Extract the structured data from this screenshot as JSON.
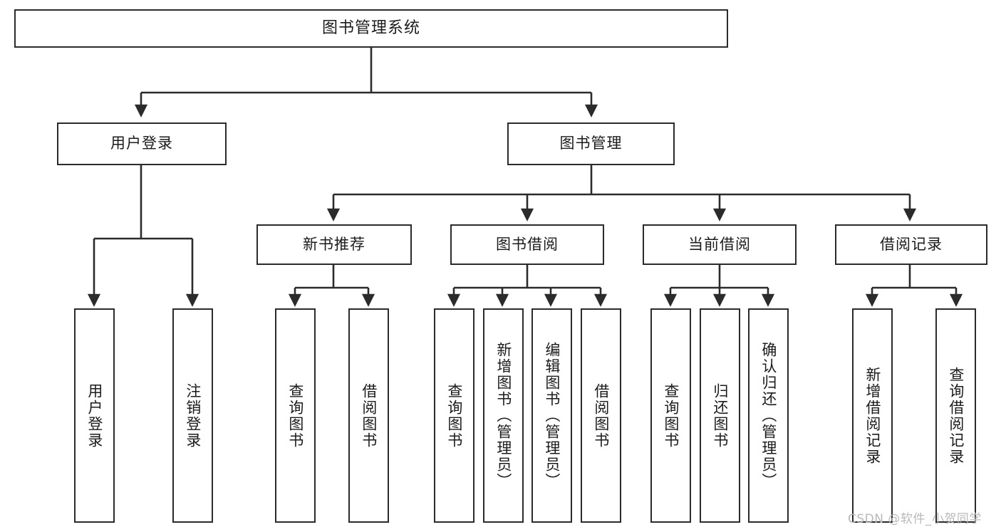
{
  "diagram": {
    "title": "图书管理系统",
    "type": "hierarchy-tree",
    "watermark": "CSDN @软件_小贺同学",
    "colors": {
      "stroke": "#2b2b2b",
      "fill": "#ffffff",
      "text": "#1b1b1b",
      "watermark": "#b9b9b9"
    },
    "levels": {
      "root": "图书管理系统",
      "level1": [
        "用户登录",
        "图书管理"
      ],
      "level2": [
        "新书推荐",
        "图书借阅",
        "当前借阅",
        "借阅记录"
      ]
    }
  },
  "nodes": {
    "root": {
      "label": "图书管理系统"
    },
    "user_login": {
      "label": "用户登录"
    },
    "book_manage": {
      "label": "图书管理"
    },
    "new_book_rec": {
      "label": "新书推荐"
    },
    "book_borrow": {
      "label": "图书借阅"
    },
    "current_borrow": {
      "label": "当前借阅"
    },
    "borrow_record": {
      "label": "借阅记录"
    },
    "leaf_user_login": {
      "label": "用户登录"
    },
    "leaf_user_logout": {
      "label": "注销登录"
    },
    "leaf_rec_query": {
      "label": "查询图书"
    },
    "leaf_rec_borrow": {
      "label": "借阅图书"
    },
    "leaf_bb_query": {
      "label": "查询图书"
    },
    "leaf_bb_add": {
      "label": "新增图书（管理员）"
    },
    "leaf_bb_edit": {
      "label": "编辑图书（管理员）"
    },
    "leaf_bb_borrow": {
      "label": "借阅图书"
    },
    "leaf_cb_query": {
      "label": "查询图书"
    },
    "leaf_cb_return": {
      "label": "归还图书"
    },
    "leaf_cb_confirm": {
      "label": "确认归还（管理员）"
    },
    "leaf_br_add": {
      "label": "新增借阅记录"
    },
    "leaf_br_query": {
      "label": "查询借阅记录"
    }
  }
}
